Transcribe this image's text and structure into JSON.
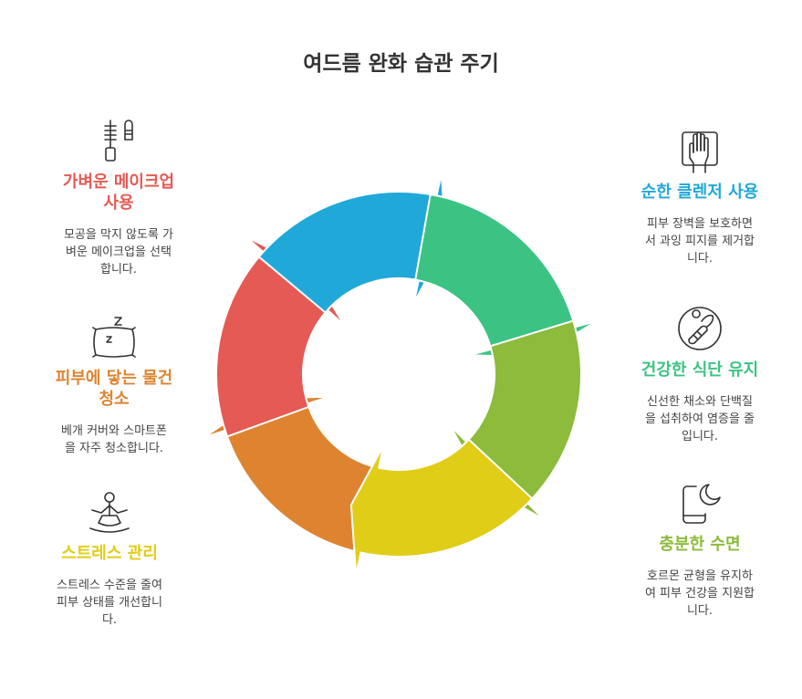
{
  "title": "여드름 완화 습관 주기",
  "colors": {
    "red": "#e55a54",
    "blue": "#20a8d8",
    "green": "#3cc383",
    "lime": "#8dbb3b",
    "yellow": "#e0cd17",
    "orange": "#de8430"
  },
  "steps": [
    {
      "id": "makeup",
      "icon": "mascara-icon",
      "heading": "가벼운 메이크업\n사용",
      "desc": "모공을 막지 않도록 가\n벼운 메이크업을 선택\n합니다.",
      "color": "#e55a54"
    },
    {
      "id": "cleanser",
      "icon": "hand-washing-icon",
      "heading": "순한 클렌저 사용",
      "desc": "피부 장벽을 보호하면\n서 과잉 피지를 제거합\n니다.",
      "color": "#20a8d8"
    },
    {
      "id": "diet",
      "icon": "vegetables-icon",
      "heading": "건강한 식단 유지",
      "desc": "신선한 채소와 단백질\n을 섭취하여 염증을 줄\n입니다.",
      "color": "#3cc383"
    },
    {
      "id": "sleep",
      "icon": "moon-phone-icon",
      "heading": "충분한 수면",
      "desc": "호르몬 균형을 유지하\n여 피부 건강을 지원합\n니다.",
      "color": "#8dbb3b"
    },
    {
      "id": "stress",
      "icon": "meditation-icon",
      "heading": "스트레스 관리",
      "desc": "스트레스 수준을 줄여\n피부 상태를 개선합니\n다.",
      "color": "#e0cd17"
    },
    {
      "id": "clean",
      "icon": "pillow-icon",
      "heading": "피부에 닿는 물건\n청소",
      "desc": "베개 커버와 스마트폰\n을 자주 청소합니다.",
      "color": "#de8430"
    }
  ]
}
